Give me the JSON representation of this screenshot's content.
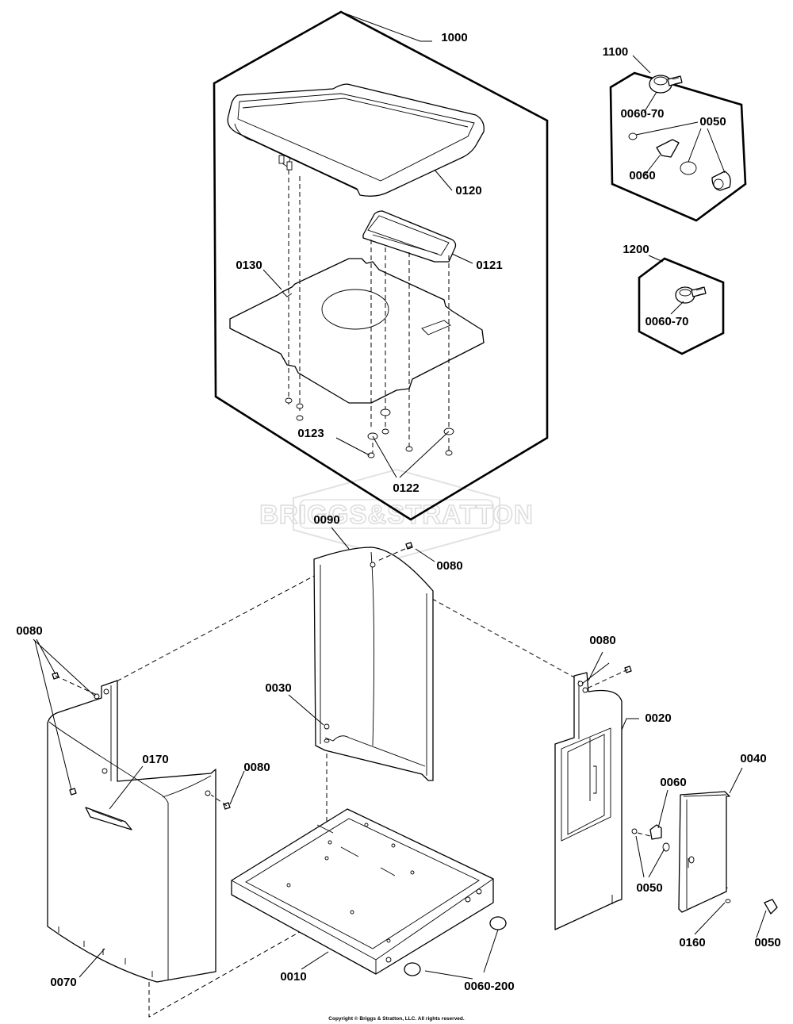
{
  "watermark": "BRIGGS&STRATTON",
  "copyright": "Copyright © Briggs & Stratton, LLC. All rights reserved.",
  "labels": {
    "l1000": "1000",
    "l0120": "0120",
    "l0121": "0121",
    "l0130": "0130",
    "l0123": "0123",
    "l0122": "0122",
    "l1100": "1100",
    "l0060_70_a": "0060-70",
    "l0050_a": "0050",
    "l0060_a": "0060",
    "l1200": "1200",
    "l0060_70_b": "0060-70",
    "l0090": "0090",
    "l0080_a": "0080",
    "l0080_b": "0080",
    "l0080_c": "0080",
    "l0080_d": "0080",
    "l0030": "0030",
    "l0020": "0020",
    "l0040": "0040",
    "l0170": "0170",
    "l0060_b": "0060",
    "l0050_b": "0050",
    "l0160": "0160",
    "l0050_c": "0050",
    "l0070": "0070",
    "l0010": "0010",
    "l0060_200": "0060-200"
  }
}
